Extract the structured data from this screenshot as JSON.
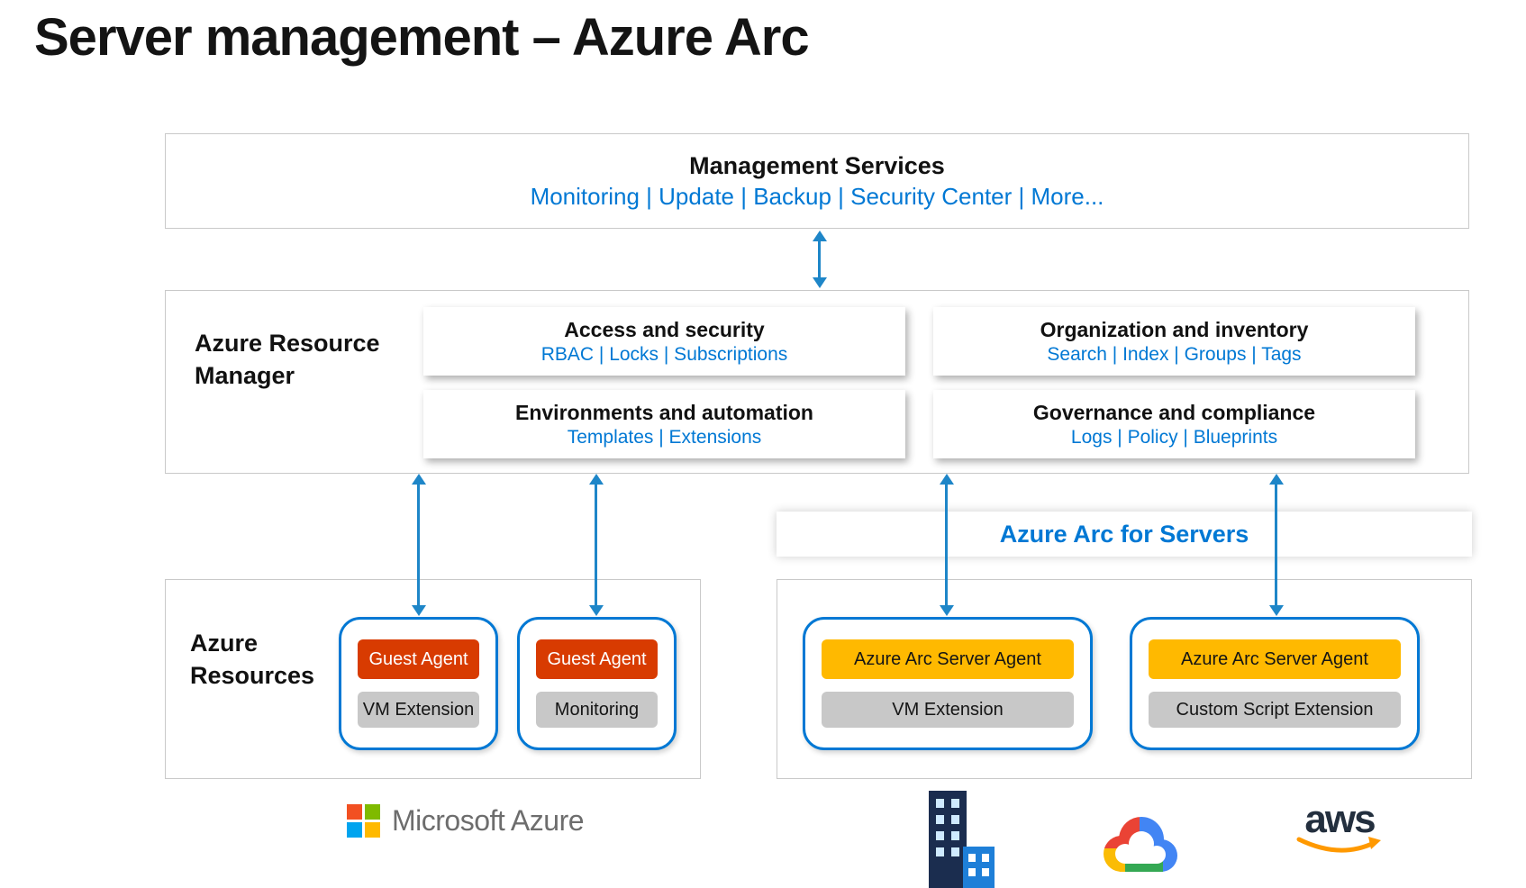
{
  "title": "Server management – Azure Arc",
  "management_services": {
    "title": "Management Services",
    "services": "Monitoring | Update | Backup | Security Center | More..."
  },
  "arm": {
    "label": "Azure Resource Manager",
    "cells": [
      {
        "title": "Access and security",
        "items": "RBAC | Locks | Subscriptions"
      },
      {
        "title": "Organization and inventory",
        "items": "Search | Index | Groups | Tags"
      },
      {
        "title": "Environments and automation",
        "items": "Templates | Extensions"
      },
      {
        "title": "Governance and compliance",
        "items": "Logs | Policy | Blueprints"
      }
    ]
  },
  "arc_banner": {
    "label": "Azure Arc for Servers"
  },
  "azure_resources": {
    "label": "Azure Resources",
    "vms": [
      {
        "agent": "Guest Agent",
        "extension": "VM Extension"
      },
      {
        "agent": "Guest Agent",
        "extension": "Monitoring"
      }
    ]
  },
  "arc_resources": {
    "servers": [
      {
        "agent": "Azure Arc Server Agent",
        "extension": "VM Extension"
      },
      {
        "agent": "Azure Arc Server Agent",
        "extension": "Custom Script Extension"
      }
    ]
  },
  "logos": {
    "microsoft_azure": "Microsoft Azure",
    "aws": "aws"
  },
  "colors": {
    "accent_blue": "#0078d4",
    "arrow_blue": "#1e86c8",
    "agent_red": "#d83b01",
    "agent_yellow": "#ffb900",
    "extension_gray": "#c8c8c8",
    "border_gray": "#c9c9c9",
    "logo_gray": "#6d6d6d",
    "ms_red": "#f25022",
    "ms_green": "#7fba00",
    "ms_blue": "#00a4ef",
    "ms_yellow": "#ffb900",
    "gcp_red": "#ea4335",
    "gcp_yellow": "#fbbc05",
    "gcp_blue": "#4285f4",
    "gcp_green": "#34a853",
    "aws_dark": "#232f3e",
    "aws_orange": "#ff9900",
    "building_navy": "#1b2d4f",
    "building_blue": "#1e7fd8"
  }
}
